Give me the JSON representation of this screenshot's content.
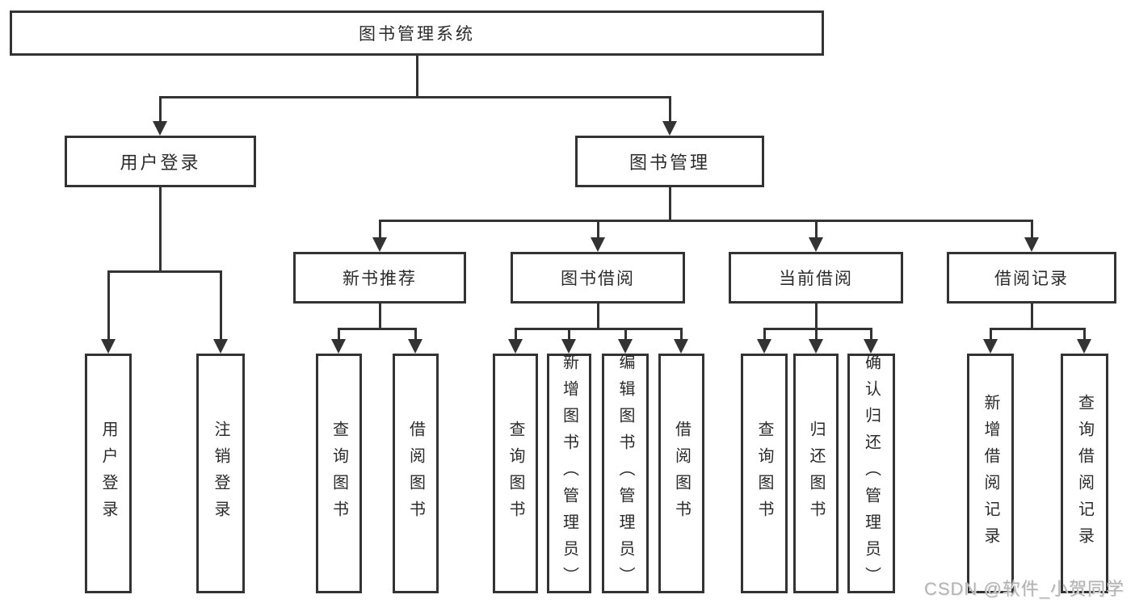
{
  "diagram": {
    "root": "图书管理系统",
    "level2": {
      "user_login": "用户登录",
      "book_management": "图书管理"
    },
    "level3": {
      "new_book": "新书推荐",
      "book_borrow": "图书借阅",
      "current_borrow": "当前借阅",
      "borrow_records": "借阅记录"
    },
    "leaves": {
      "user_login": [
        "用户登录",
        "注销登录"
      ],
      "new_book": [
        "查询图书",
        "借阅图书"
      ],
      "book_borrow": [
        "查询图书",
        "新增图书（管理员）",
        "编辑图书（管理员）",
        "借阅图书"
      ],
      "current_borrow": [
        "查询图书",
        "归还图书",
        "确认归还（管理员）"
      ],
      "borrow_records": [
        "新增借阅记录",
        "查询借阅记录"
      ]
    }
  },
  "watermark": "CSDN @软件_小贺同学",
  "colors": {
    "line": "#333333",
    "text": "#2b2b2b",
    "watermark": "#b3b3b3",
    "background": "#ffffff"
  }
}
